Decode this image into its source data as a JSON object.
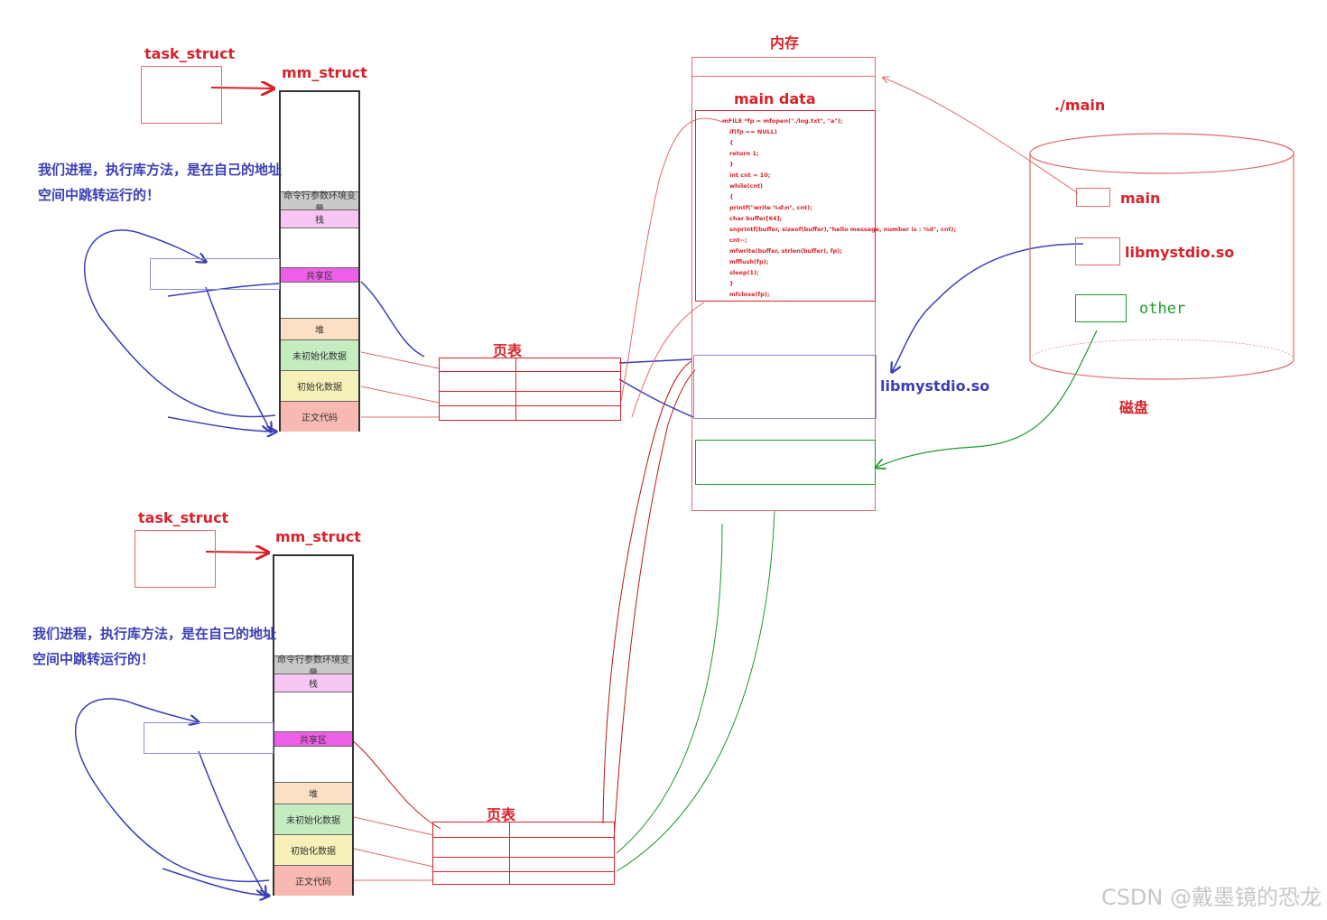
{
  "process_top": {
    "task_struct": "task_struct",
    "mm_struct": "mm_struct",
    "note": "我们进程，执行库方法，是在自己的地址空间中跳转运行的！",
    "segments": [
      "命令行参数环境变量",
      "栈",
      "",
      "共享区",
      "",
      "堆",
      "未初始化数据",
      "初始化数据",
      "正文代码"
    ],
    "page_table": "页表"
  },
  "process_bottom": {
    "task_struct": "task_struct",
    "mm_struct": "mm_struct",
    "note": "我们进程，执行库方法，是在自己的地址空间中跳转运行的！",
    "segments": [
      "命令行参数环境变量",
      "栈",
      "",
      "共享区",
      "",
      "堆",
      "未初始化数据",
      "初始化数据",
      "正文代码"
    ],
    "page_table": "页表"
  },
  "memory": {
    "title": "内存",
    "main_data": "main data",
    "libmystdio_label": "libmystdio.so",
    "code_lines": [
      "mFILE *fp = mfopen(\"./log.txt\", \"a\");",
      "if(fp == NULL)",
      "{",
      "    return 1;",
      "}",
      "int cnt = 10;",
      "while(cnt)",
      "{",
      "    printf(\"write %d\\n\", cnt);",
      "    char buffer[64];",
      "    snprintf(buffer, sizeof(buffer),\"hello message, number is : %d\", cnt);",
      "    cnt--;",
      "    mfwrite(buffer, strlen(buffer), fp);",
      "    mfflush(fp);",
      "    sleep(1);",
      "}",
      "mfclose(fp);"
    ]
  },
  "disk": {
    "path": "./main",
    "label": "磁盘",
    "files": [
      "main",
      "libmystdio.so",
      "other"
    ]
  },
  "watermark": "CSDN @戴墨镜的恐龙",
  "colors": {
    "red": "#d8222a",
    "blue": "#3a3fb5",
    "green": "#1c9a2c",
    "stack": "#f7c6f2",
    "shared": "#ee5fe8",
    "heap": "#fbe0c4",
    "bss": "#c4ecc0",
    "data": "#f6f1b8",
    "text": "#f7b9b1",
    "cmd": "#c9c9c9"
  }
}
